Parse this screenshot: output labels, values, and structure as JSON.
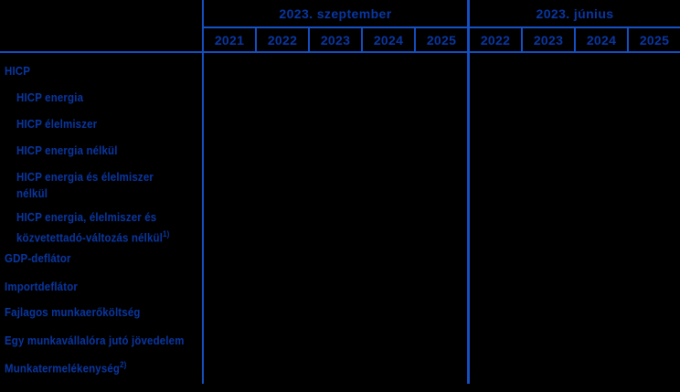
{
  "table": {
    "header": {
      "groups": [
        {
          "label": "2023. szeptember",
          "years": [
            "2021",
            "2022",
            "2023",
            "2024",
            "2025"
          ]
        },
        {
          "label": "2023. június",
          "years": [
            "2022",
            "2023",
            "2024",
            "2025"
          ]
        }
      ]
    },
    "rows": [
      {
        "lines": [
          "HICP"
        ],
        "indent": false,
        "superscript": ""
      },
      {
        "lines": [
          "HICP energia"
        ],
        "indent": true,
        "superscript": ""
      },
      {
        "lines": [
          "HICP élelmiszer"
        ],
        "indent": true,
        "superscript": ""
      },
      {
        "lines": [
          "HICP energia nélkül"
        ],
        "indent": true,
        "superscript": ""
      },
      {
        "lines": [
          "HICP energia és élelmiszer",
          "nélkül"
        ],
        "indent": true,
        "superscript": ""
      },
      {
        "lines": [
          "HICP energia, élelmiszer és",
          "közvetettadó-változás nélkül"
        ],
        "indent": true,
        "superscript": "1)"
      },
      {
        "lines": [
          "GDP-deflátor"
        ],
        "indent": false,
        "superscript": ""
      },
      {
        "lines": [
          "Importdeflátor"
        ],
        "indent": false,
        "superscript": ""
      },
      {
        "lines": [
          "Fajlagos munkaerőköltség"
        ],
        "indent": false,
        "superscript": ""
      },
      {
        "lines": [
          "Egy munkavállalóra jutó jövedelem"
        ],
        "indent": false,
        "superscript": ""
      },
      {
        "lines": [
          "Munkatermelékenység"
        ],
        "indent": false,
        "superscript": "2)"
      }
    ],
    "cells_note": "all data cells are empty",
    "colors": {
      "background": "#000000",
      "text_blue": "#0a37a3",
      "border_blue": "#1551c4"
    }
  },
  "chart_data": {
    "type": "table",
    "title": "",
    "column_groups": [
      "2023. szeptember",
      "2023. június"
    ],
    "columns": [
      "2021",
      "2022",
      "2023",
      "2024",
      "2025",
      "2022",
      "2023",
      "2024",
      "2025"
    ],
    "row_labels": [
      "HICP",
      "HICP energia",
      "HICP élelmiszer",
      "HICP energia nélkül",
      "HICP energia és élelmiszer nélkül",
      "HICP energia, élelmiszer és közvetettadó-változás nélkül 1)",
      "GDP-deflátor",
      "Importdeflátor",
      "Fajlagos munkaerőköltség",
      "Egy munkavállalóra jutó jövedelem",
      "Munkatermelékenység 2)"
    ],
    "values": []
  }
}
